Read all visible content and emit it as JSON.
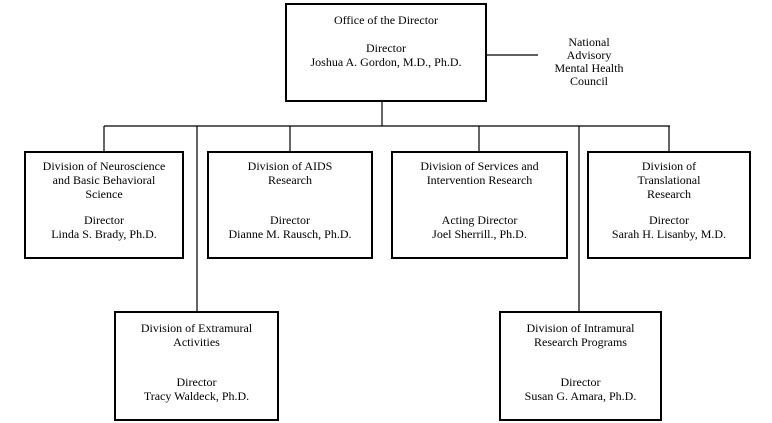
{
  "director_office": {
    "name": "Office of the Director",
    "role": "Director",
    "person": "Joshua A. Gordon, M.D., Ph.D."
  },
  "council": "National\nAdvisory\nMental Health\nCouncil",
  "divisions": {
    "neuroscience": {
      "name": "Division of Neuroscience\nand Basic Behavioral\nScience",
      "role": "Director",
      "person": "Linda S. Brady, Ph.D."
    },
    "aids": {
      "name": "Division of AIDS\nResearch",
      "role": "Director",
      "person": "Dianne M. Rausch, Ph.D."
    },
    "services": {
      "name": "Division of Services and\nIntervention Research",
      "role": "Acting Director",
      "person": "Joel Sherrill., Ph.D."
    },
    "translational": {
      "name": "Division of\nTranslational\nResearch",
      "role": "Director",
      "person": "Sarah H. Lisanby, M.D."
    },
    "extramural": {
      "name": "Division of Extramural\nActivities",
      "role": "Director",
      "person": "Tracy Waldeck, Ph.D."
    },
    "intramural": {
      "name": "Division of Intramural\nResearch Programs",
      "role": "Director",
      "person": "Susan G. Amara, Ph.D."
    }
  }
}
